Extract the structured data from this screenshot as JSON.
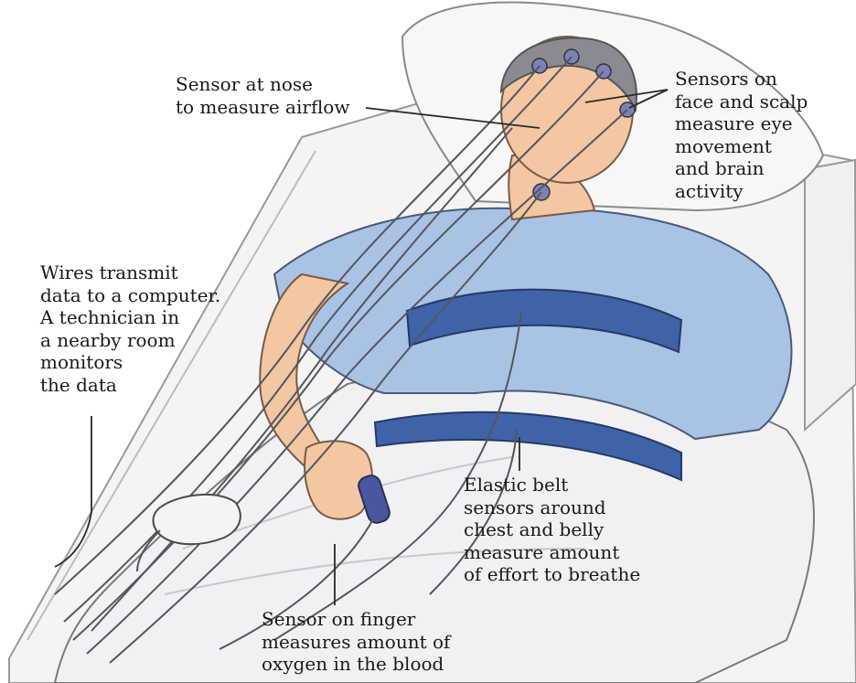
{
  "labels": {
    "nose_sensor": "Sensor at nose\nto measure airflow",
    "face_scalp_sensors": "Sensors on\nface and scalp\nmeasure eye\nmovement\nand brain\nactivity",
    "wires": "Wires transmit\ndata to a computer.\nA technician in\na nearby room\nmonitors\nthe data",
    "belt_sensors": "Elastic belt\nsensors around\nchest and belly\nmeasure amount\nof effort to breathe",
    "finger_sensor": "Sensor on finger\nmeasures amount of\noxygen in the blood"
  },
  "colors": {
    "gown": "#a9c3e4",
    "belt": "#3f63a8",
    "sheet": "#f1f1f3",
    "skin": "#f2c7a2",
    "hair": "#8a8a92",
    "wire": "#55565e",
    "outline": "#4a4a4a"
  }
}
